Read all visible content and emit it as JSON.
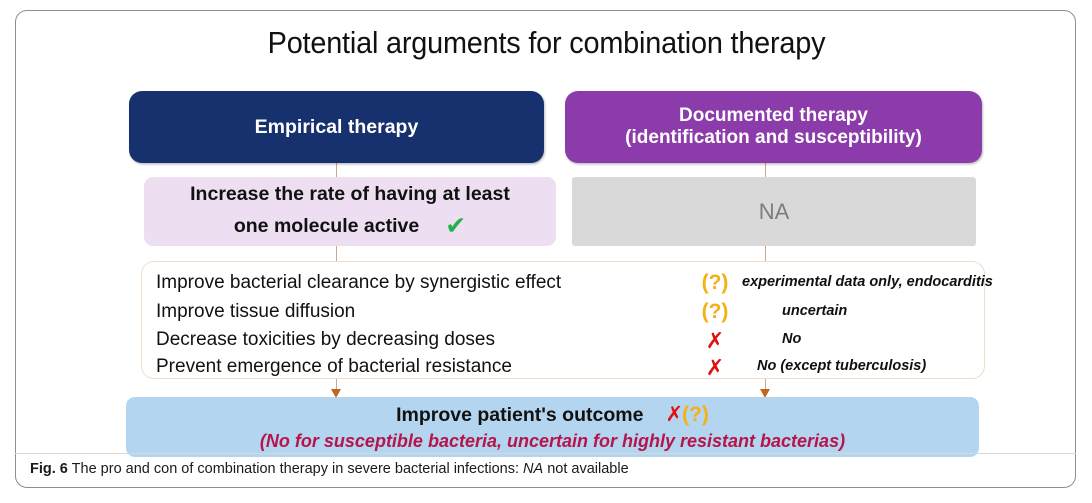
{
  "figure": {
    "title": "Potential arguments for combination therapy",
    "columns": [
      {
        "id": "empirical",
        "label": "Empirical therapy",
        "color": "#16316d"
      },
      {
        "id": "documented",
        "label_line1": "Documented therapy",
        "label_line2": "(identification and susceptibility)",
        "color": "#8c3caa"
      }
    ],
    "row_primary": {
      "empirical": {
        "line1": "Increase the rate of having at least",
        "line2": "one molecule active",
        "symbol": "check-mark",
        "symbol_glyph": "✔",
        "symbol_color": "#22b24c",
        "background": "#eddff1"
      },
      "documented": {
        "label": "NA",
        "background": "#d9d9d9",
        "text_color": "#7d7d7d"
      }
    },
    "arguments": [
      {
        "text": "Improve bacterial clearance by synergistic effect",
        "symbol": "(?)",
        "symbol_kind": "question",
        "note": "experimental data only, endocarditis"
      },
      {
        "text": "Improve tissue diffusion",
        "symbol": "(?)",
        "symbol_kind": "question",
        "note": "uncertain"
      },
      {
        "text": "Decrease toxicities by decreasing doses",
        "symbol": "✗",
        "symbol_kind": "cross",
        "note": "No"
      },
      {
        "text": "Prevent emergence of bacterial resistance",
        "symbol": "✗",
        "symbol_kind": "cross",
        "note": "No (except tuberculosis)"
      }
    ],
    "outcome": {
      "title": "Improve patient's outcome",
      "symbol_cross": "✗",
      "symbol_question": "(?)",
      "subtitle": "(No for susceptible bacteria, uncertain for highly resistant bacterias)",
      "background": "#b4d5ef",
      "subtitle_color": "#b5154a"
    },
    "colors": {
      "question_mark": "#f5b014",
      "cross_mark": "#e01010",
      "check_mark": "#22b24c",
      "connector": "#c8a893",
      "arrow": "#c2661f"
    }
  },
  "caption": {
    "label": "Fig. 6",
    "text_before": "The pro and con of combination therapy in severe bacterial infections:",
    "abbrev": "NA",
    "text_after": "not available"
  }
}
